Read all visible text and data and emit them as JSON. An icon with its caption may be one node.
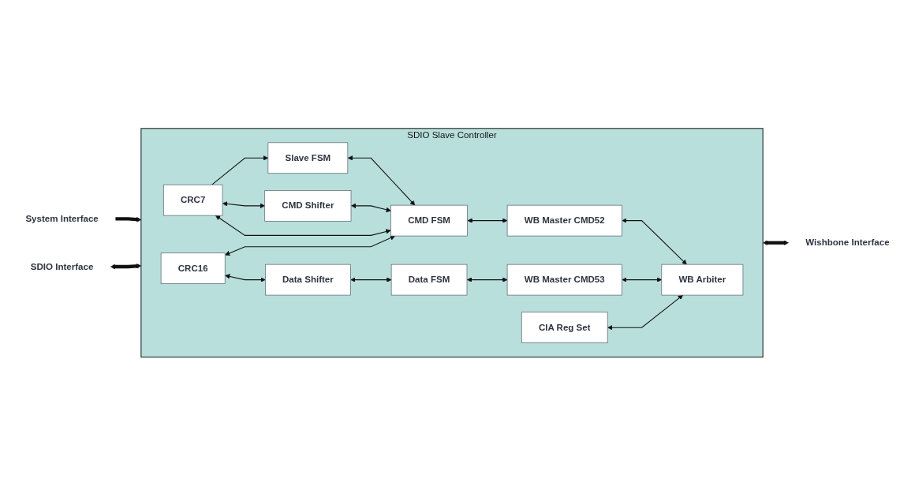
{
  "diagram": {
    "nodes": [
      {
        "text": [
          "SDIO Slave Controller"
        ]
      },
      {
        "text": [
          "CRC7"
        ],
        "in": 0
      },
      {
        "text": [
          "Slave FSM"
        ],
        "in": 0
      },
      {
        "text": [
          "CIA Reg Set"
        ],
        "in": 0
      },
      {
        "text": [
          "WB Arbiter"
        ],
        "in": 0
      },
      {
        "text": [
          "CMD Shifter"
        ],
        "in": 0
      },
      {
        "text": [
          "CMD FSM"
        ],
        "in": 0
      },
      {
        "text": [
          "WB Master CMD52"
        ],
        "in": 0
      },
      {
        "text": [
          "CRC16"
        ],
        "in": 0
      },
      {
        "text": [
          "Data FSM"
        ],
        "in": 0
      },
      {
        "text": [
          "WB Master CMD53"
        ],
        "in": 0
      },
      {
        "text": [
          "Data Shifter"
        ],
        "in": 0
      },
      {
        "text": [
          "System Interface"
        ]
      },
      {
        "text": [
          "SDIO Interface"
        ]
      },
      {
        "text": [
          "Wishbone Interface"
        ]
      }
    ],
    "edges": [
      {
        "from": 1,
        "to": 2,
        "arrow": "to"
      },
      {
        "from": 6,
        "to": 1,
        "arrow": "both"
      },
      {
        "from": 1,
        "to": 5,
        "arrow": "both"
      },
      {
        "from": 2,
        "to": 6,
        "arrow": "both"
      },
      {
        "from": 5,
        "to": 6,
        "arrow": "both"
      },
      {
        "from": 8,
        "to": 6,
        "arrow": "both"
      },
      {
        "from": 8,
        "to": 11,
        "arrow": "both"
      },
      {
        "from": 11,
        "to": 9,
        "arrow": "both"
      },
      {
        "from": 6,
        "to": 7,
        "arrow": "both"
      },
      {
        "from": 9,
        "to": 10,
        "arrow": "both"
      },
      {
        "from": 3,
        "to": 4,
        "arrow": "both"
      },
      {
        "from": 7,
        "to": 4,
        "arrow": "both"
      },
      {
        "from": 10,
        "to": 4,
        "arrow": "both"
      },
      {
        "from": 12,
        "to": 0,
        "arrow": "to",
        "style": "thick"
      },
      {
        "from": 13,
        "to": 0,
        "arrow": "both",
        "style": "thick"
      },
      {
        "from": 0,
        "to": 14,
        "arrow": "both",
        "style": "thick"
      }
    ]
  }
}
